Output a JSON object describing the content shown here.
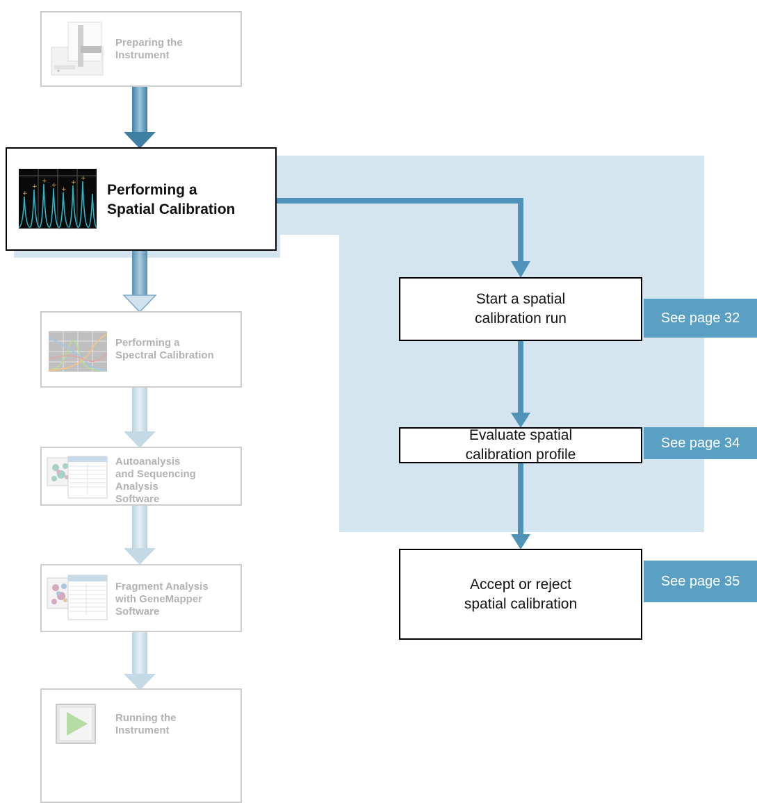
{
  "overview_steps": [
    {
      "label": "Preparing the\nInstrument"
    },
    {
      "label": "Performing a\nSpatial Calibration"
    },
    {
      "label": "Performing a\nSpectral Calibration"
    },
    {
      "label": "Autoanalysis\nand Sequencing\nAnalysis\nSoftware"
    },
    {
      "label": "Fragment Analysis\nwith GeneMapper\nSoftware"
    },
    {
      "label": "Running the\nInstrument"
    }
  ],
  "active_step_index": 1,
  "substeps": [
    {
      "label": "Start a spatial\ncalibration run",
      "page_ref": "See page 32"
    },
    {
      "label": "Evaluate spatial\ncalibration profile",
      "page_ref": "See page 34"
    },
    {
      "label": "Accept or reject\nspatial calibration",
      "page_ref": "See page 35"
    }
  ],
  "colors": {
    "panel": "#d5e5ef",
    "arrow_active": "#4f93b8",
    "arrow_faded": "#c3d9e6",
    "page_tag": "#5a9fc4",
    "faded_text": "#b2b2b2"
  },
  "icons": [
    "instrument-icon",
    "spatial-peaks-icon",
    "spectral-curves-icon",
    "software-window-icon",
    "genemapper-window-icon",
    "play-icon"
  ]
}
